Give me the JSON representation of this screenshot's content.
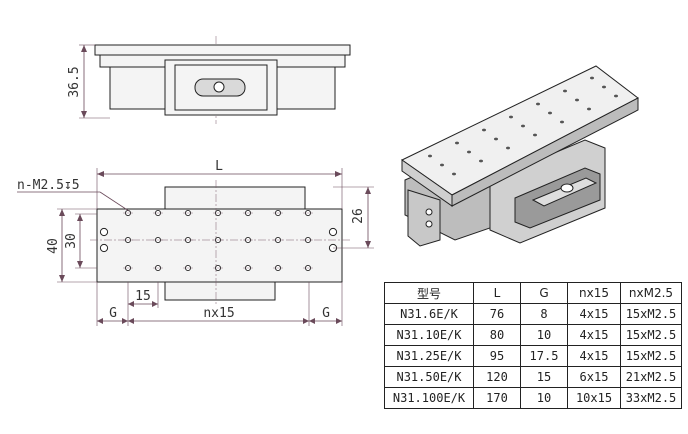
{
  "top_view": {
    "height_label": "36.5"
  },
  "front_view": {
    "length_label": "L",
    "hole_note": "n-M2.5↧5",
    "dim_40": "40",
    "dim_30": "30",
    "dim_26": "26",
    "dim_15": "15",
    "dim_nx15": "nx15",
    "dim_g_left": "G",
    "dim_g_right": "G"
  },
  "spec_table": {
    "headers": [
      "型号",
      "L",
      "G",
      "nx15",
      "nxM2.5"
    ],
    "rows": [
      [
        "N31.6E/K",
        "76",
        "8",
        "4x15",
        "15xM2.5"
      ],
      [
        "N31.10E/K",
        "80",
        "10",
        "4x15",
        "15xM2.5"
      ],
      [
        "N31.25E/K",
        "95",
        "17.5",
        "4x15",
        "15xM2.5"
      ],
      [
        "N31.50E/K",
        "120",
        "15",
        "6x15",
        "21xM2.5"
      ],
      [
        "N31.100E/K",
        "170",
        "10",
        "10x15",
        "33xM2.5"
      ]
    ]
  }
}
